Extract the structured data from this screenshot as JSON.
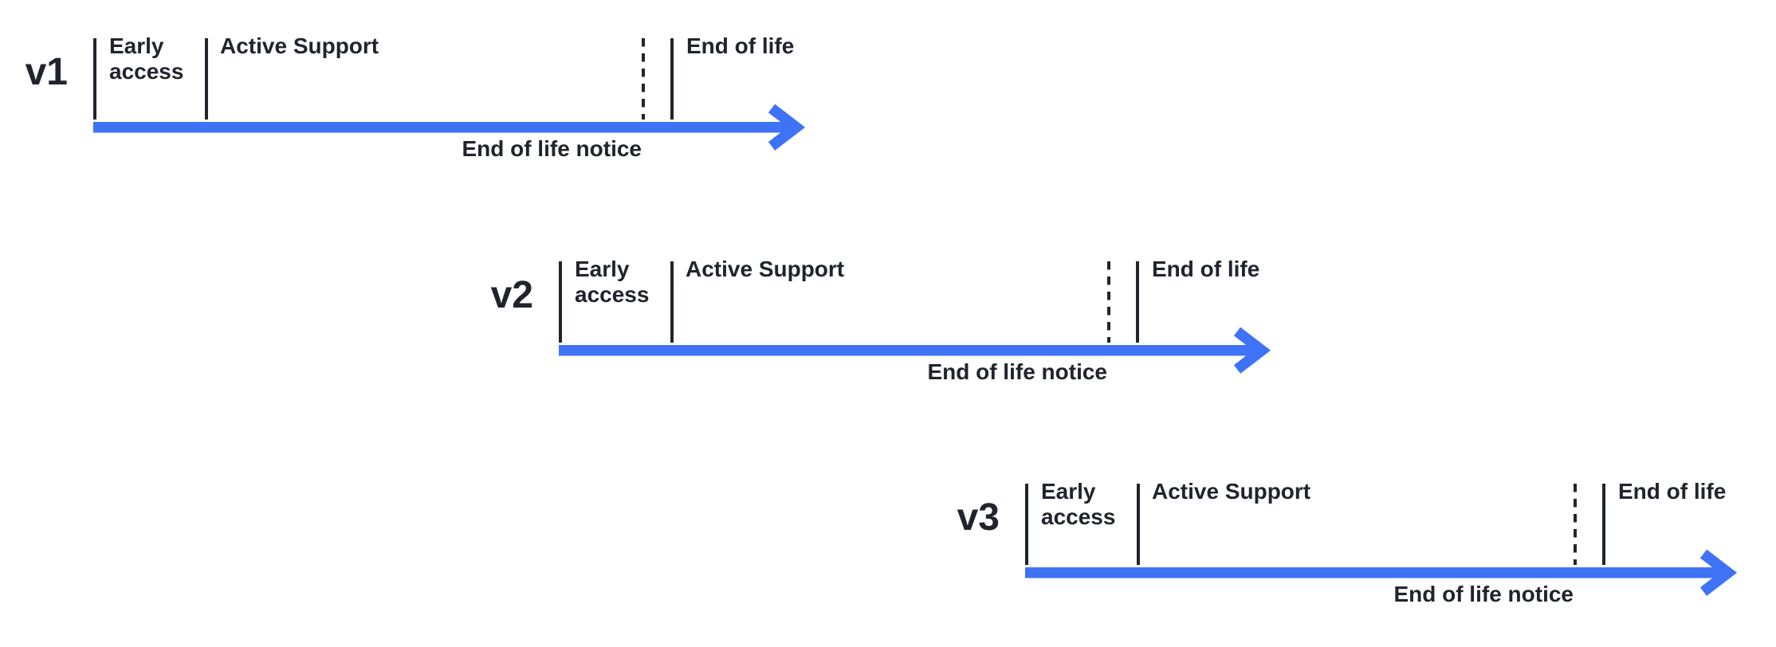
{
  "diagram": {
    "name": "version-lifecycle-timelines",
    "colors": {
      "arrow_blue": "#3e73f5",
      "text_dark": "#20242d",
      "background": "#ffffff"
    },
    "labels": {
      "early_access": "Early access",
      "active_support": "Active Support",
      "end_of_life": "End of life",
      "end_of_life_notice": "End of life notice"
    },
    "timelines": [
      {
        "version": "v1"
      },
      {
        "version": "v2"
      },
      {
        "version": "v3"
      }
    ]
  }
}
